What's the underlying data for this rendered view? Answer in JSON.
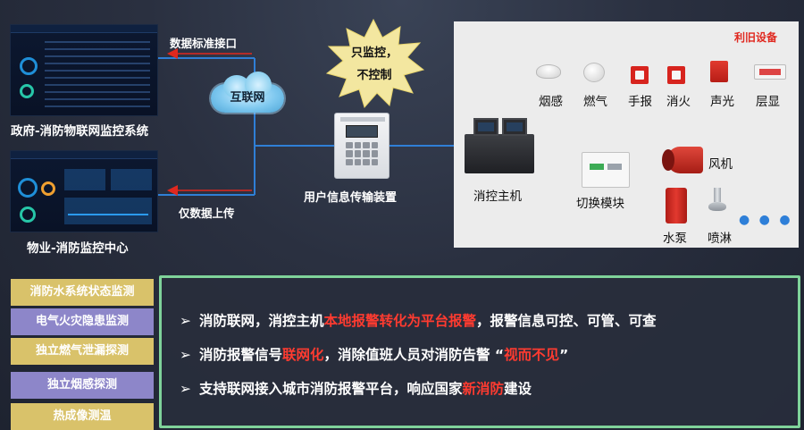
{
  "left": {
    "gov_system_label": "政府-消防物联网监控系统",
    "property_center_label": "物业-消防监控中心",
    "data_interface_label": "数据标准接口",
    "upload_label": "仅数据上传",
    "internet_label": "互联网"
  },
  "center": {
    "burst_line1": "只监控，",
    "burst_line2": "不控制",
    "device_label": "用户信息传输装置"
  },
  "right": {
    "title": "利旧设备",
    "detectors": [
      "烟感",
      "燃气",
      "手报",
      "消火",
      "声光",
      "层显"
    ],
    "console_label": "消控主机",
    "module_label": "切换模块",
    "fan_label": "风机",
    "pump_label": "水泵",
    "sprinkler_label": "喷淋",
    "more": "● ● ●"
  },
  "tags": [
    "消防水系统状态监测",
    "电气火灾隐患监测",
    "独立燃气泄漏探测",
    "独立烟感探测",
    "热成像测温"
  ],
  "bullets": {
    "arrow": "➢",
    "b1": {
      "p1": "消防联网，消控主机",
      "h1": "本地报警转化为平台报警",
      "p2": "，报警信息可控、可管、可查"
    },
    "b2": {
      "p1": "消防报警信号",
      "h1": "联网化",
      "p2": "，消除值班人员对消防告警 “",
      "h2": "视而不见",
      "p3": "”"
    },
    "b3": {
      "p1": "支持联网接入城市消防报警平台，响应国家",
      "h1": "新消防",
      "p2": "建设"
    }
  },
  "colors": {
    "highlight": "#ff3b30",
    "panel_title": "#e0281f",
    "tag_yellow": "#d9c26a",
    "tag_purple": "#8d86c9",
    "box_border": "#7fd39a",
    "line_blue": "#2f7fd6",
    "arrow_red": "#e0281f"
  }
}
